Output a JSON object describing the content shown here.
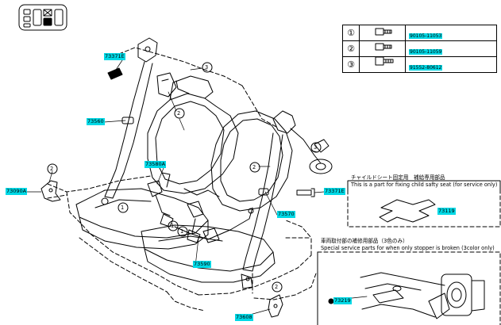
{
  "labels": {
    "p73371E_top": "73371E",
    "p73560": "73560",
    "p73580A": "73580A",
    "p73090A": "73090A",
    "p73590": "73590",
    "p73608": "73608",
    "p73570": "73570",
    "p73371E_right": "73371E",
    "p73119": "73119",
    "p73219": "73219"
  },
  "callouts": {
    "c1": "1",
    "c2": "2",
    "c3": "3"
  },
  "parts_table": [
    {
      "num": "1",
      "part": "90105-11053"
    },
    {
      "num": "2",
      "part": "90105-11059"
    },
    {
      "num": "3",
      "part": "91552-80612"
    }
  ],
  "notes": {
    "child_seat_jp": "チャイルドシート固定用　補給専用部品",
    "child_seat_en": "This is a part for fixing child safty seat (for service only)",
    "stopper_jp": "車両取付部の補修用部品（3色のみ）",
    "stopper_en": "Special service parts for when only stopper is broken (3color only)"
  }
}
